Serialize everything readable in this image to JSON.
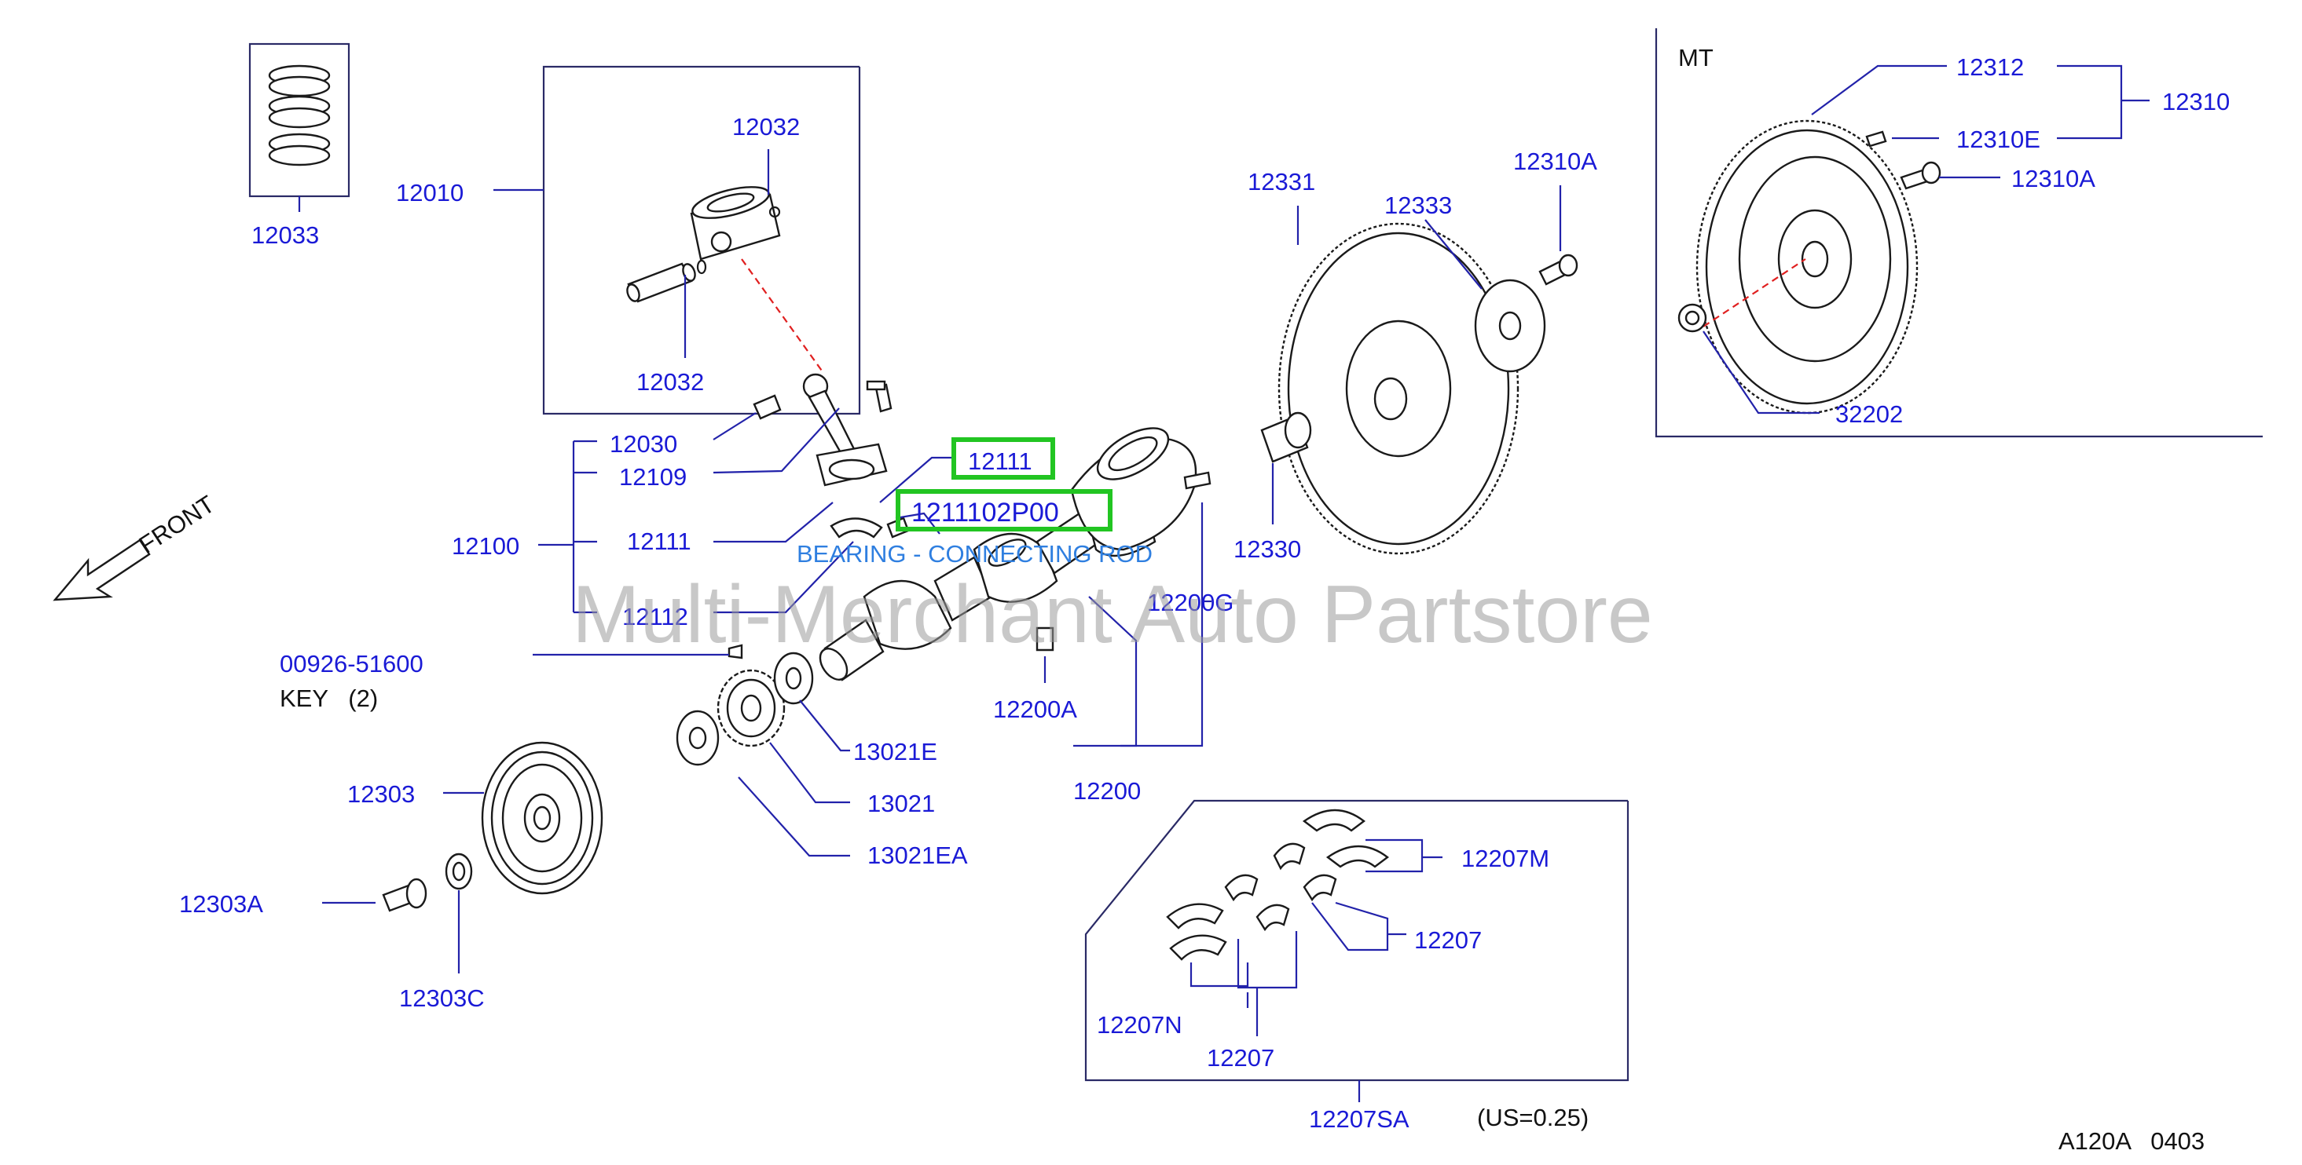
{
  "labels": {
    "p12033": "12033",
    "p12010": "12010",
    "p12032_top": "12032",
    "p12032_bottom": "12032",
    "p12030": "12030",
    "p12109": "12109",
    "p12100": "12100",
    "p12111_left": "12111",
    "p12112": "12112",
    "p00926": "00926-51600",
    "key_text": "KEY   (2)",
    "p12111_box": "12111",
    "p1211102P00": "1211102P00",
    "bearing_name": "BEARING - CONNECTING ROD",
    "p12200G": "12200G",
    "p12200A": "12200A",
    "p12200": "12200",
    "p13021E": "13021E",
    "p13021": "13021",
    "p13021EA": "13021EA",
    "p12303": "12303",
    "p12303A": "12303A",
    "p12303C": "12303C",
    "p12331": "12331",
    "p12333": "12333",
    "p12310A_mid": "12310A",
    "p12330": "12330",
    "mt": "MT",
    "p12312": "12312",
    "p12310": "12310",
    "p12310E": "12310E",
    "p12310A_right": "12310A",
    "p32202": "32202",
    "p12207M": "12207M",
    "p12207_right": "12207",
    "p12207N": "12207N",
    "p12207_bottom": "12207",
    "p12207SA": "12207SA",
    "us_note": "(US=0.25)",
    "front": "FRONT",
    "code": "A120A   0403"
  },
  "watermark": "Multi-Merchant Auto Partstore",
  "colors": {
    "label": "#1a1ad6",
    "highlight": "#22c522",
    "dashed_axis": "#e02020",
    "watermark": "#9a9a9a"
  }
}
